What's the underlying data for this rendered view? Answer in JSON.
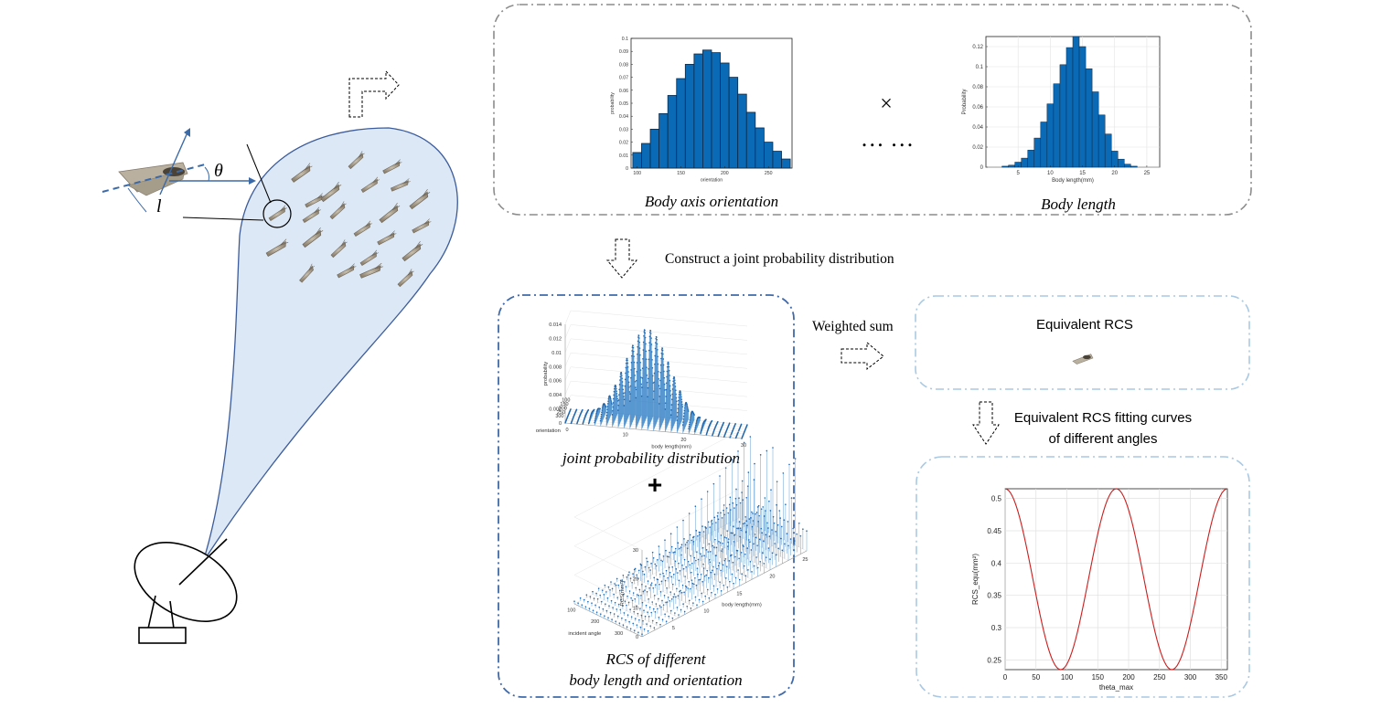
{
  "scene": {
    "theta_symbol": "θ",
    "length_symbol": "l"
  },
  "top_panel": {
    "dots": "… …",
    "times": "×",
    "orientation_caption": "Body axis orientation",
    "length_caption": "Body length"
  },
  "arrows": {
    "construct_label": "Construct a joint probability distribution",
    "weighted_label": "Weighted sum",
    "fitting_label_line1": "Equivalent RCS fitting curves",
    "fitting_label_line2": "of different angles"
  },
  "middle_panel": {
    "joint_caption": "joint probability distribution",
    "plus": "+",
    "rcs_caption_line1": "RCS of different",
    "rcs_caption_line2": "body length and orientation"
  },
  "equivalent_panel": {
    "title": "Equivalent RCS"
  },
  "colors": {
    "bar_fill": "#0a6ab6",
    "beam_fill": "#dce8f5",
    "beam_stroke": "#3b5b9b",
    "curve": "#cc1f1f",
    "box_gray": "#8c8c8c",
    "box_blue": "#3f6aaa",
    "box_lightblue": "#a9c9e3"
  },
  "chart_data": [
    {
      "type": "bar",
      "categories": [
        "100",
        "110",
        "120",
        "130",
        "140",
        "150",
        "160",
        "170",
        "180",
        "190",
        "200",
        "210",
        "220",
        "230",
        "240",
        "250",
        "260",
        "270"
      ],
      "values": [
        0.012,
        0.019,
        0.03,
        0.042,
        0.056,
        0.069,
        0.08,
        0.088,
        0.091,
        0.089,
        0.081,
        0.07,
        0.057,
        0.043,
        0.031,
        0.02,
        0.013,
        0.007
      ],
      "xlabel": "orientation",
      "ylabel": "probability",
      "ylim": [
        0,
        0.1
      ],
      "yticks": [
        "0",
        "0.01",
        "0.02",
        "0.03",
        "0.04",
        "0.05",
        "0.06",
        "0.07",
        "0.08",
        "0.09",
        "0.1"
      ],
      "xticks": [
        "100",
        "150",
        "200",
        "250"
      ],
      "xlim": [
        93,
        277
      ]
    },
    {
      "type": "bar",
      "categories": [
        "3",
        "4",
        "5",
        "6",
        "7",
        "8",
        "9",
        "10",
        "11",
        "12",
        "13",
        "14",
        "15",
        "16",
        "17",
        "18",
        "19",
        "20",
        "21",
        "22",
        "23"
      ],
      "values": [
        0.001,
        0.002,
        0.005,
        0.009,
        0.017,
        0.029,
        0.045,
        0.063,
        0.083,
        0.102,
        0.119,
        0.13,
        0.12,
        0.098,
        0.075,
        0.052,
        0.033,
        0.016,
        0.008,
        0.003,
        0.001
      ],
      "xlabel": "Body length(mm)",
      "ylabel": "Probability",
      "ylim": [
        0,
        0.13
      ],
      "yticks": [
        "0",
        "0.02",
        "0.04",
        "0.06",
        "0.08",
        "0.1",
        "0.12"
      ],
      "xticks": [
        "5",
        "10",
        "15",
        "20",
        "25"
      ],
      "xlim": [
        0,
        27
      ]
    },
    {
      "type": "scatter",
      "xlabel": "body length(mm)",
      "ylabel": "probability",
      "zlabel": "orientation",
      "ylim": [
        0,
        0.014
      ],
      "yticks": [
        "0",
        "0.002",
        "0.004",
        "0.006",
        "0.008",
        "0.01",
        "0.012",
        "0.014"
      ],
      "xticks": [
        "0",
        "10",
        "20",
        "30"
      ],
      "zticks": [
        "100",
        "150",
        "200",
        "250",
        "300"
      ]
    },
    {
      "type": "scatter",
      "xlabel": "body length(mm)",
      "ylabel": "RCS(mm²)",
      "zlabel": "incident angle",
      "yticks": [
        "0",
        "10",
        "20",
        "30"
      ],
      "xticks": [
        "5",
        "10",
        "15",
        "20",
        "25"
      ],
      "zticks": [
        "100",
        "200",
        "300"
      ]
    },
    {
      "type": "line",
      "xlabel": "theta_max",
      "ylabel": "RCS_equ(mm²)",
      "xlim": [
        0,
        360
      ],
      "ylim": [
        0.235,
        0.515
      ],
      "xticks": [
        "0",
        "50",
        "100",
        "150",
        "200",
        "250",
        "300",
        "350"
      ],
      "yticks": [
        "0.25",
        "0.3",
        "0.35",
        "0.4",
        "0.45",
        "0.5"
      ],
      "series": [
        {
          "x": [
            0,
            15,
            30,
            45,
            60,
            75,
            90,
            105,
            120,
            135,
            150,
            165,
            180,
            195,
            210,
            225,
            240,
            255,
            270,
            285,
            300,
            315,
            330,
            345,
            360
          ],
          "y": [
            0.515,
            0.505,
            0.478,
            0.44,
            0.385,
            0.323,
            0.235,
            0.323,
            0.385,
            0.44,
            0.478,
            0.505,
            0.515,
            0.505,
            0.478,
            0.44,
            0.385,
            0.323,
            0.235,
            0.323,
            0.385,
            0.44,
            0.478,
            0.505,
            0.515
          ]
        }
      ]
    }
  ]
}
